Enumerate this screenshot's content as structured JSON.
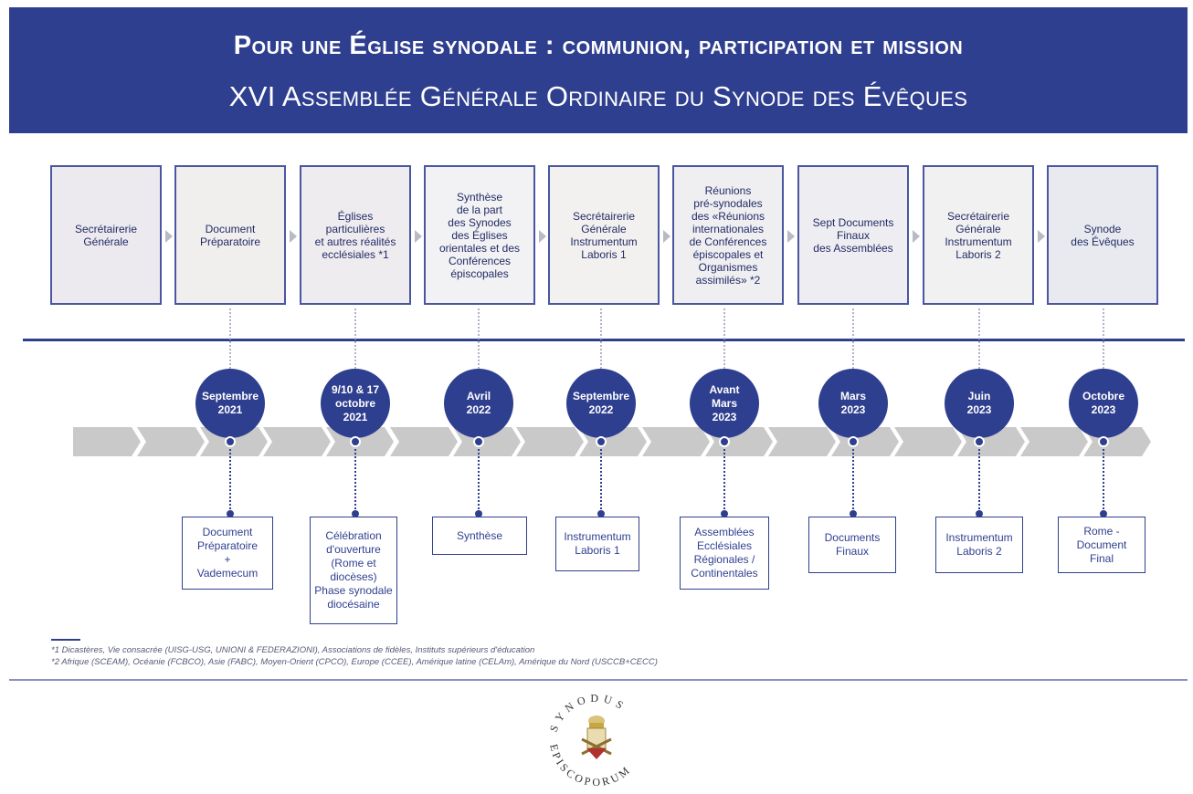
{
  "banner": {
    "title": "Pour une Église synodale : communion, participation et mission",
    "subtitle": "XVI Assemblée Générale Ordinaire du Synode des Évêques"
  },
  "stages": [
    {
      "label": "Secrétairerie\nGénérale"
    },
    {
      "label": "Document\nPréparatoire"
    },
    {
      "label": "Églises\nparticulières\net autres réalités\necclésiales *1"
    },
    {
      "label": "Synthèse\nde la part\ndes Synodes\ndes Églises\norientales et des\nConférences\népiscopales"
    },
    {
      "label": "Secrétairerie\nGénérale\nInstrumentum\nLaboris 1"
    },
    {
      "label": "Réunions\npré-synodales\ndes «Réunions\ninternationales\nde Conférences\népiscopales et\nOrganismes\nassimilés» *2"
    },
    {
      "label": "Sept Documents\nFinaux\ndes Assemblées"
    },
    {
      "label": "Secrétairerie\nGénérale\nInstrumentum\nLaboris 2"
    },
    {
      "label": "Synode\ndes Évêques"
    }
  ],
  "dates": [
    {
      "label": "Septembre\n2021"
    },
    {
      "label": "9/10 & 17\noctobre\n2021"
    },
    {
      "label": "Avril\n2022"
    },
    {
      "label": "Septembre\n2022"
    },
    {
      "label": "Avant\nMars\n2023"
    },
    {
      "label": "Mars\n2023"
    },
    {
      "label": "Juin\n2023"
    },
    {
      "label": "Octobre\n2023"
    }
  ],
  "outputs": [
    {
      "label": "Document\nPréparatoire\n+\nVademecum"
    },
    {
      "label": "Célébration\nd'ouverture\n(Rome et\ndiocèses)\nPhase synodale\ndiocésaine"
    },
    {
      "label": "Synthèse"
    },
    {
      "label": "Instrumentum\nLaboris 1"
    },
    {
      "label": "Assemblées\nEcclésiales\nRégionales /\nContinentales"
    },
    {
      "label": "Documents\nFinaux"
    },
    {
      "label": "Instrumentum\nLaboris 2"
    },
    {
      "label": "Rome -\nDocument\nFinal"
    }
  ],
  "footnotes": {
    "note1": "*1 Dicastères, Vie consacrée (UISG-USG, UNIONI & FEDERAZIONI), Associations de fidèles, Instituts supérieurs d'éducation",
    "note2": "*2 Afrique (SCEAM), Océanie (FCBCO), Asie (FABC), Moyen-Orient (CPCO), Europe (CCEE), Amérique latine (CELAm), Amérique du Nord (USCCB+CECC)"
  },
  "seal": {
    "text_top": "SYNODUS",
    "text_bottom": "EPISCOPORUM"
  },
  "colors": {
    "brand": "#2f3f8f",
    "arrow_band": "#c9c9c9"
  }
}
